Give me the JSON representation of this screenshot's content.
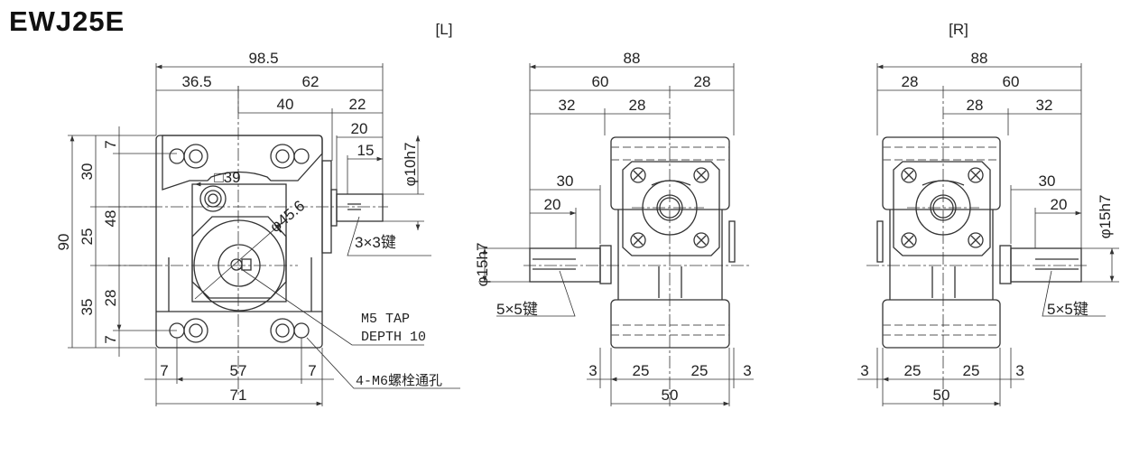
{
  "title": "EWJ25E",
  "views": {
    "left": "[L]",
    "right": "[R]"
  },
  "front": {
    "d98_5": "98.5",
    "d36_5": "36.5",
    "d62": "62",
    "d40": "40",
    "d22": "22",
    "d20": "20",
    "d15": "15",
    "phi10": "φ10h7",
    "d90": "90",
    "d30": "30",
    "d25": "25",
    "d35": "35",
    "d7a": "7",
    "d48": "48",
    "d28": "28",
    "d7b": "7",
    "sq39": "□39",
    "phi45": "φ45.6",
    "key": "3×3键",
    "tap1": "M5 TAP",
    "tap2": "DEPTH 10",
    "holes": "4-M6螺栓通孔",
    "b7a": "7",
    "b57": "57",
    "b7b": "7",
    "b71": "71"
  },
  "lview": {
    "d88": "88",
    "d60": "60",
    "d28a": "28",
    "d32": "32",
    "d28b": "28",
    "d30": "30",
    "d20": "20",
    "phi15": "φ15h7",
    "key": "5×5键",
    "b3a": "3",
    "b25a": "25",
    "b25b": "25",
    "b3b": "3",
    "b50": "50"
  },
  "rview": {
    "d88": "88",
    "d28a": "28",
    "d60": "60",
    "d28b": "28",
    "d32": "32",
    "d30": "30",
    "d20": "20",
    "phi15": "φ15h7",
    "key": "5×5键",
    "b3a": "3",
    "b25a": "25",
    "b25b": "25",
    "b3b": "3",
    "b50": "50"
  }
}
